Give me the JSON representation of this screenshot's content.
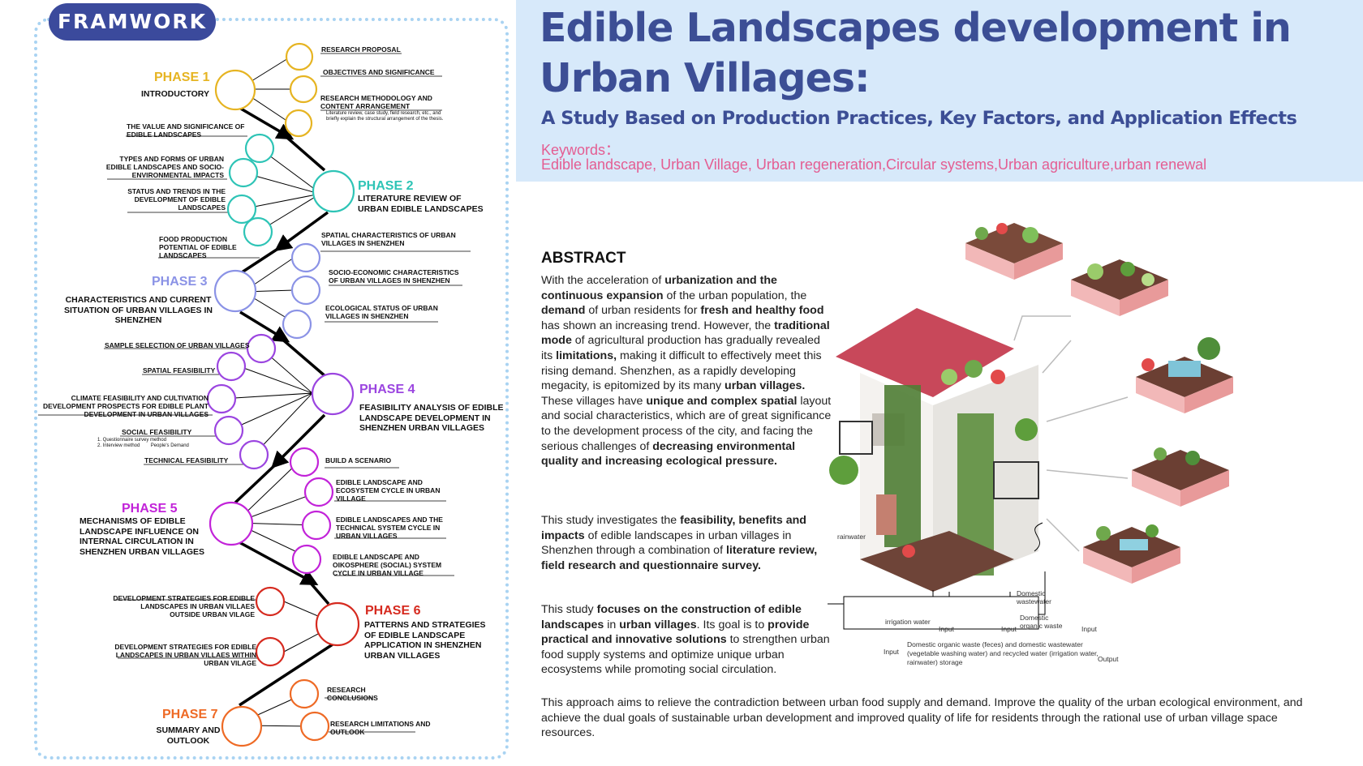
{
  "framework": {
    "badge": "FRAMWORK",
    "phases": [
      {
        "title": "PHASE 1",
        "desc": "INTRODUCTORY",
        "color": "#e6b422"
      },
      {
        "title": "PHASE 2",
        "desc": "LITERATURE REVIEW OF URBAN EDIBLE LANDSCAPES",
        "color": "#2ec4b6"
      },
      {
        "title": "PHASE 3",
        "desc": "CHARACTERISTICS AND CURRENT SITUATION OF URBAN VILLAGES IN SHENZHEN",
        "color": "#8b93e6"
      },
      {
        "title": "PHASE 4",
        "desc": "FEASIBILITY ANALYSIS OF EDIBLE LANDSCAPE DEVELOPMENT IN SHENZHEN URBAN VILLAGES",
        "color": "#9b45e0"
      },
      {
        "title": "PHASE 5",
        "desc": "MECHANISMS OF EDIBLE LANDSCAPE INFLUENCE ON INTERNAL CIRCULATION IN SHENZHEN URBAN VILLAGES",
        "color": "#c223d9"
      },
      {
        "title": "PHASE 6",
        "desc": "PATTERNS AND STRATEGIES OF EDIBLE LANDSCAPE APPLICATION IN SHENZHEN URBAN VILLAGES",
        "color": "#d62a1f"
      },
      {
        "title": "PHASE 7",
        "desc": "SUMMARY AND OUTLOOK",
        "color": "#ee6a25"
      }
    ],
    "labels": {
      "p1a": "RESEARCH PROPOSAL",
      "p1b": "OBJECTIVES AND SIGNIFICANCE",
      "p1c": "RESEARCH METHODOLOGY AND CONTENT ARRANGEMENT",
      "p1c_note": "Literature review, case study, field research, etc., and briefly explain the structural arrangement of the thesis.",
      "p2a": "THE VALUE AND SIGNIFICANCE OF EDIBLE LANDSCAPES",
      "p2b": "TYPES AND FORMS OF URBAN EDIBLE LANDSCAPES AND SOCIO-ENVIRONMENTAL IMPACTS",
      "p2c": "STATUS AND TRENDS IN THE DEVELOPMENT OF EDIBLE LANDSCAPES",
      "p2d": "FOOD PRODUCTION POTENTIAL OF EDIBLE LANDSCAPES",
      "p3a": "SPATIAL CHARACTERISTICS OF URBAN VILLAGES IN SHENZHEN",
      "p3b": "SOCIO-ECONOMIC CHARACTERISTICS OF URBAN VILLAGES IN SHENZHEN",
      "p3c": "ECOLOGICAL STATUS OF URBAN VILLAGES IN SHENZHEN",
      "p4a": "SAMPLE SELECTION OF URBAN VILLAGES",
      "p4b": "SPATIAL FEASIBILITY",
      "p4c": "CLIMATE FEASIBILITY AND CULTIVATION DEVELOPMENT PROSPECTS FOR EDIBLE PLANT DEVELOPMENT IN URBAN VILLAGES",
      "p4d": "SOCIAL FEASIBILITY",
      "p4d_note1": "1. Questionnaire survey method",
      "p4d_note2": "2. Interview method",
      "p4d_note3": "People's Demand",
      "p4e": "TECHNICAL FEASIBILITY",
      "p5a": "BUILD A SCENARIO",
      "p5b": "EDIBLE LANDSCAPE AND ECOSYSTEM CYCLE IN URBAN VILLAGE",
      "p5c": "EDIBLE LANDSCAPES AND THE TECHNICAL SYSTEM CYCLE IN URBAN VILLAGES",
      "p5d": "EDIBLE LANDSCAPE AND OIKOSPHERE (SOCIAL) SYSTEM CYCLE IN URBAN VILLAGE",
      "p6a": "DEVELOPMENT STRATEGIES FOR EDIBLE LANDSCAPES IN URBAN VILLAES OUTSIDE URBAN VILAGE",
      "p6b": "DEVELOPMENT STRATEGIES FOR EDIBLE LANDSCAPES IN URBAN VILLAES WITHIN URBAN VILAGE",
      "p7a": "RESEARCH CONCLUSIONS",
      "p7b": "RESEARCH LIMITATIONS AND OUTLOOK"
    }
  },
  "header": {
    "title": "Edible Landscapes development in Urban Villages:",
    "subtitle": "A Study Based on Production Practices, Key Factors, and Application Effects",
    "keywords_label": "Keywords：",
    "keywords": "Edible landscape, Urban Village, Urban regeneration,Circular systems,Urban agriculture,urban renewal"
  },
  "abstract": {
    "title": "ABSTRACT",
    "final": "This approach aims to relieve the contradiction between urban food supply and demand. Improve the quality of the urban ecological environment, and achieve the dual goals of sustainable urban development and improved quality of life for residents through the rational use of urban village space resources."
  },
  "diagram": {
    "rainwater": "rainwater",
    "irrigation": "irrigation water",
    "domestic_wastewater": "Domestic wastewater",
    "domestic_organic": "Domestic organic waste",
    "input": "Input",
    "output": "Output",
    "box": "Domestic organic waste (feces) and domestic wastewater (vegetable washing water) and recycled water (irrigation water, rainwater) storage"
  }
}
